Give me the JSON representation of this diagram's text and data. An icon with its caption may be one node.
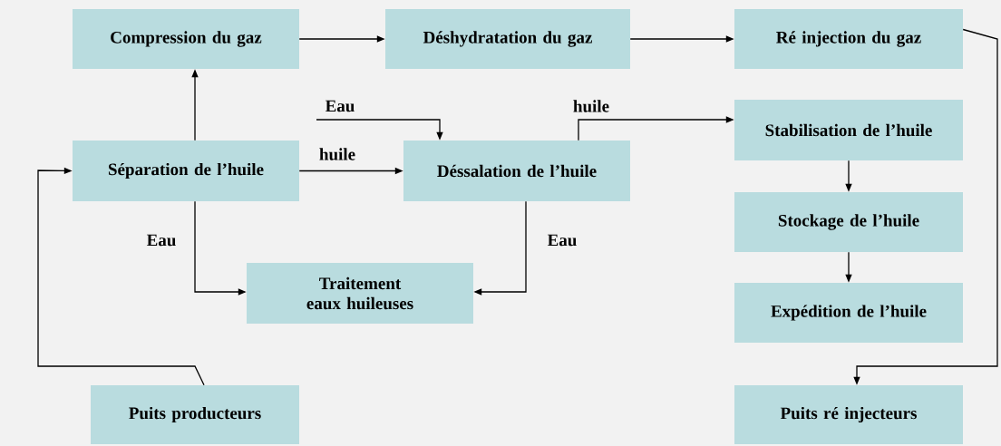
{
  "diagram": {
    "nodes": [
      {
        "text": [
          "Compression du gaz"
        ]
      },
      {
        "text": [
          "Déshydratation du gaz"
        ]
      },
      {
        "text": [
          "Ré injection du gaz"
        ]
      },
      {
        "text": [
          "Séparation de l’huile"
        ]
      },
      {
        "text": [
          "Déssalation de l’huile"
        ]
      },
      {
        "text": [
          "Stabilisation de l’huile"
        ]
      },
      {
        "text": [
          "Stockage de l’huile"
        ]
      },
      {
        "text": [
          "Traitement eaux huileuses"
        ]
      },
      {
        "text": [
          "Expédition de l’huile"
        ]
      },
      {
        "text": [
          "Puits producteurs"
        ]
      },
      {
        "text": [
          "Puits ré injecteurs"
        ]
      }
    ],
    "edges": [
      {
        "from": 3,
        "to": 0,
        "arrow": "to"
      },
      {
        "from": 0,
        "to": 1,
        "arrow": "to"
      },
      {
        "from": 1,
        "to": 2,
        "arrow": "to"
      },
      {
        "from": 3,
        "to": 4,
        "arrow": "to",
        "label": "huile"
      },
      {
        "from": null,
        "to": 4,
        "arrow": "to",
        "label": "Eau"
      },
      {
        "from": 4,
        "to": 5,
        "arrow": "to",
        "label": "huile"
      },
      {
        "from": 3,
        "to": 7,
        "arrow": "to",
        "label": "Eau"
      },
      {
        "from": 4,
        "to": 7,
        "arrow": "to",
        "label": "Eau"
      },
      {
        "from": 5,
        "to": 6,
        "arrow": "to"
      },
      {
        "from": 6,
        "to": 8,
        "arrow": "to"
      },
      {
        "from": 9,
        "to": 3,
        "arrow": "to"
      },
      {
        "from": 2,
        "to": 10,
        "arrow": "to"
      }
    ]
  }
}
